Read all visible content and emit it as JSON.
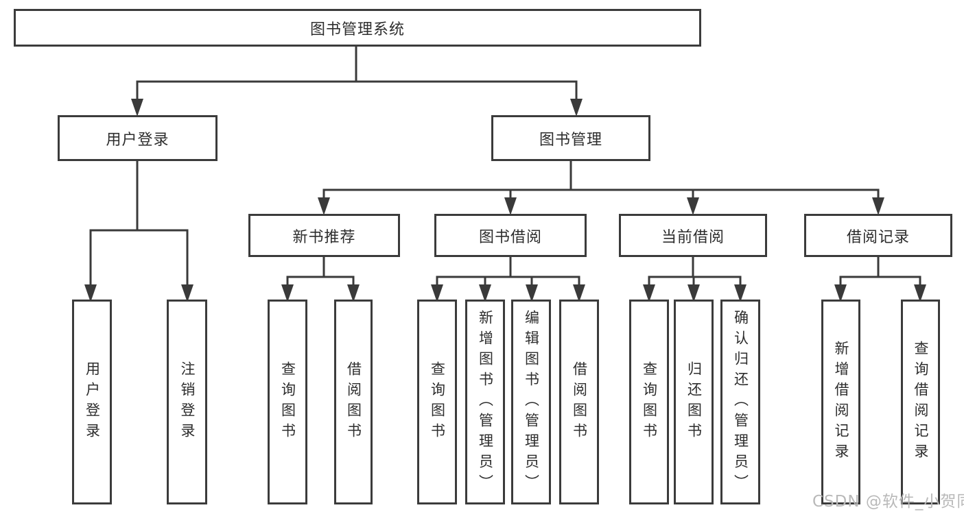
{
  "nodes": {
    "root": "图书管理系统",
    "user_login": "用户登录",
    "book_management": "图书管理",
    "new_book_recommend": "新书推荐",
    "book_borrow": "图书借阅",
    "current_borrow": "当前借阅",
    "borrow_record": "借阅记录",
    "leaf_user_login": "用户登录",
    "leaf_logout": "注销登录",
    "leaf_nbr_query_book": "查询图书",
    "leaf_nbr_borrow_book": "借阅图书",
    "leaf_bb_query_book": "查询图书",
    "leaf_bb_add_book": "新增图书（管理员）",
    "leaf_bb_edit_book": "编辑图书（管理员）",
    "leaf_bb_borrow_book": "借阅图书",
    "leaf_cb_query_book": "查询图书",
    "leaf_cb_return_book": "归还图书",
    "leaf_cb_confirm_return": "确认归还（管理员）",
    "leaf_br_add_record": "新增借阅记录",
    "leaf_br_query_record": "查询借阅记录"
  },
  "watermark": "CSDN @软件_小贺同学",
  "colors": {
    "line": "#3a3a3a",
    "box_border": "#3b3b3b",
    "text": "#2d2d2d",
    "background": "#ffffff",
    "watermark": "#b9b9b9"
  }
}
